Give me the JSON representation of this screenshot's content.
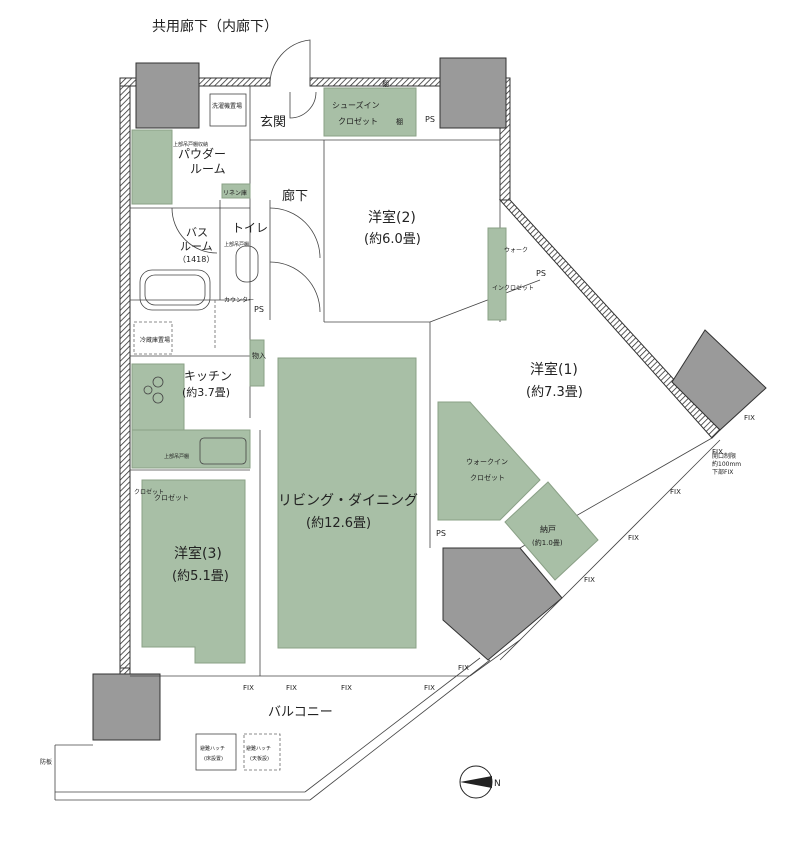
{
  "labels": {
    "corridor_top": "共用廊下（内廊下）",
    "entrance": "玄関",
    "hallway": "廊下",
    "shoes_closet_1": "シューズイン",
    "shoes_closet_2": "クロゼット",
    "shelf_a": "棚",
    "shelf_b": "棚",
    "ps_top": "PS",
    "ps_toilet": "PS",
    "ps_right": "PS",
    "ps_bottom": "PS",
    "washer": "洗濯機置場",
    "powder_1": "パウダー",
    "powder_2": "ルーム",
    "powder_storage": "上部吊戸棚収納",
    "linen": "リネン庫",
    "toilet": "トイレ",
    "toilet_storage": "上部吊戸棚",
    "counter": "カウンター",
    "bath_1": "バス",
    "bath_2": "ルーム",
    "bath_size": "（1418）",
    "fridge": "冷蔵庫置場",
    "storage": "物入",
    "kitchen": "キッチン",
    "kitchen_size": "(約3.7畳)",
    "kitchen_cabinet": "上部吊戸棚",
    "room2": "洋室(2)",
    "room2_size": "(約6.0畳)",
    "wic_small_1": "ウォーク",
    "wic_small_2": "インクロゼット",
    "room1": "洋室(1)",
    "room1_size": "(約7.3畳)",
    "wic_1": "ウォークイン",
    "wic_2": "クロゼット",
    "closet_ku": "納戸",
    "closet_ku_size": "(約1.0畳)",
    "ldk": "リビング・ダイニング",
    "ldk_size": "(約12.6畳)",
    "room3": "洋室(3)",
    "room3_size": "(約5.1畳)",
    "closet_small": "クロゼット",
    "closet": "クロゼット",
    "balcony": "バルコニー",
    "fix_1": "FIX",
    "fix_2": "FIX",
    "fix_3": "FIX",
    "fix_4": "FIX",
    "fix_5": "FIX",
    "fix_6": "FIX",
    "fix_7": "FIX",
    "fix_8": "FIX",
    "fix_9": "FIX",
    "fix_10": "FIX",
    "window_note_1": "開口制限",
    "window_note_2": "約100mm",
    "window_note_3": "下部FIX",
    "hatch_1_a": "避難ハッチ",
    "hatch_1_b": "(床設置)",
    "hatch_2_a": "避難ハッチ",
    "hatch_2_b": "(天板設)",
    "fence": "防板",
    "north": "N"
  },
  "colors": {
    "furniture_green": "#a8bfa6",
    "pillar_gray": "#9a9a9a"
  }
}
